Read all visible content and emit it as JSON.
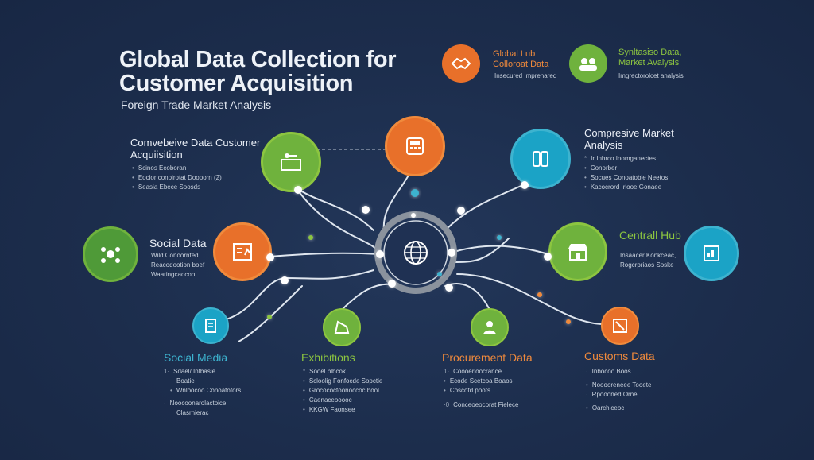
{
  "header": {
    "title_line1": "Global Data Collection for",
    "title_line2": "Customer Acquisition",
    "subtitle": "Foreign Trade Market Analysis"
  },
  "legend": {
    "item1": {
      "line1": "Global Lub",
      "line2": "Colloroat Data",
      "note": "Insecured Imprenared"
    },
    "item2": {
      "line1": "Synltasiso Data,",
      "line2": "Market Avalysis",
      "note": "Imgrectorolcet analysis"
    }
  },
  "nodes": {
    "comprehensive_data": {
      "title_line1": "Comvebeive Data Customer",
      "title_line2": "Acquiisition",
      "items": [
        "Scinos Ecoboran",
        "Eocior conoirotat Dooporn (2)",
        "Seasia Ebece Soosds"
      ]
    },
    "market_analysis": {
      "title_line1": "Compresive Market",
      "title_line2": "Analysis",
      "items": [
        "Ir Inbrco Inomganectes",
        "Conorber",
        "Socues Conoatoble Neetos",
        "Kacocrord Irlooe Gonaee"
      ]
    },
    "social_data": {
      "title": "Social Data",
      "items": [
        "Wild Conoornted",
        "Reacodootion boef",
        "Waaringcaocoo"
      ]
    },
    "central_hub": {
      "title": "Centrall Hub",
      "items": [
        "Insaacer Konkceac,",
        "Rogcrpriaos Soske"
      ]
    },
    "social_media": {
      "title": "Social Media",
      "items": [
        "Sdael/ Intbasie",
        "Boatie",
        "Wnloocoo Conoatofors",
        "Noocoonarolactoice",
        "Clasrnierac"
      ]
    },
    "exhibitions": {
      "title": "Exhibitions",
      "items": [
        "Sooel blbcok",
        "Scloolig Fonfocde Sopctie",
        "Grocococtoonoccoc bool",
        "Caenaceooooc",
        "KKGW Faonsee"
      ]
    },
    "procurement": {
      "title": "Procurement Data",
      "items": [
        "Coooerloocrance",
        "Ecode Scetcoa Boaos",
        "Coscotd poots",
        "Conceoeocorat Fielece"
      ]
    },
    "customs": {
      "title": "Customs Data",
      "items": [
        "Inbocoo Boos",
        "Nooooreneee Tooete",
        "Rpoooned Orne",
        "Oarchiceoc"
      ]
    }
  },
  "colors": {
    "background": "#1c2d4c",
    "green": "#6fb23d",
    "orange": "#e8702a",
    "teal": "#1ba3c6",
    "line": "#dfe6ef"
  }
}
